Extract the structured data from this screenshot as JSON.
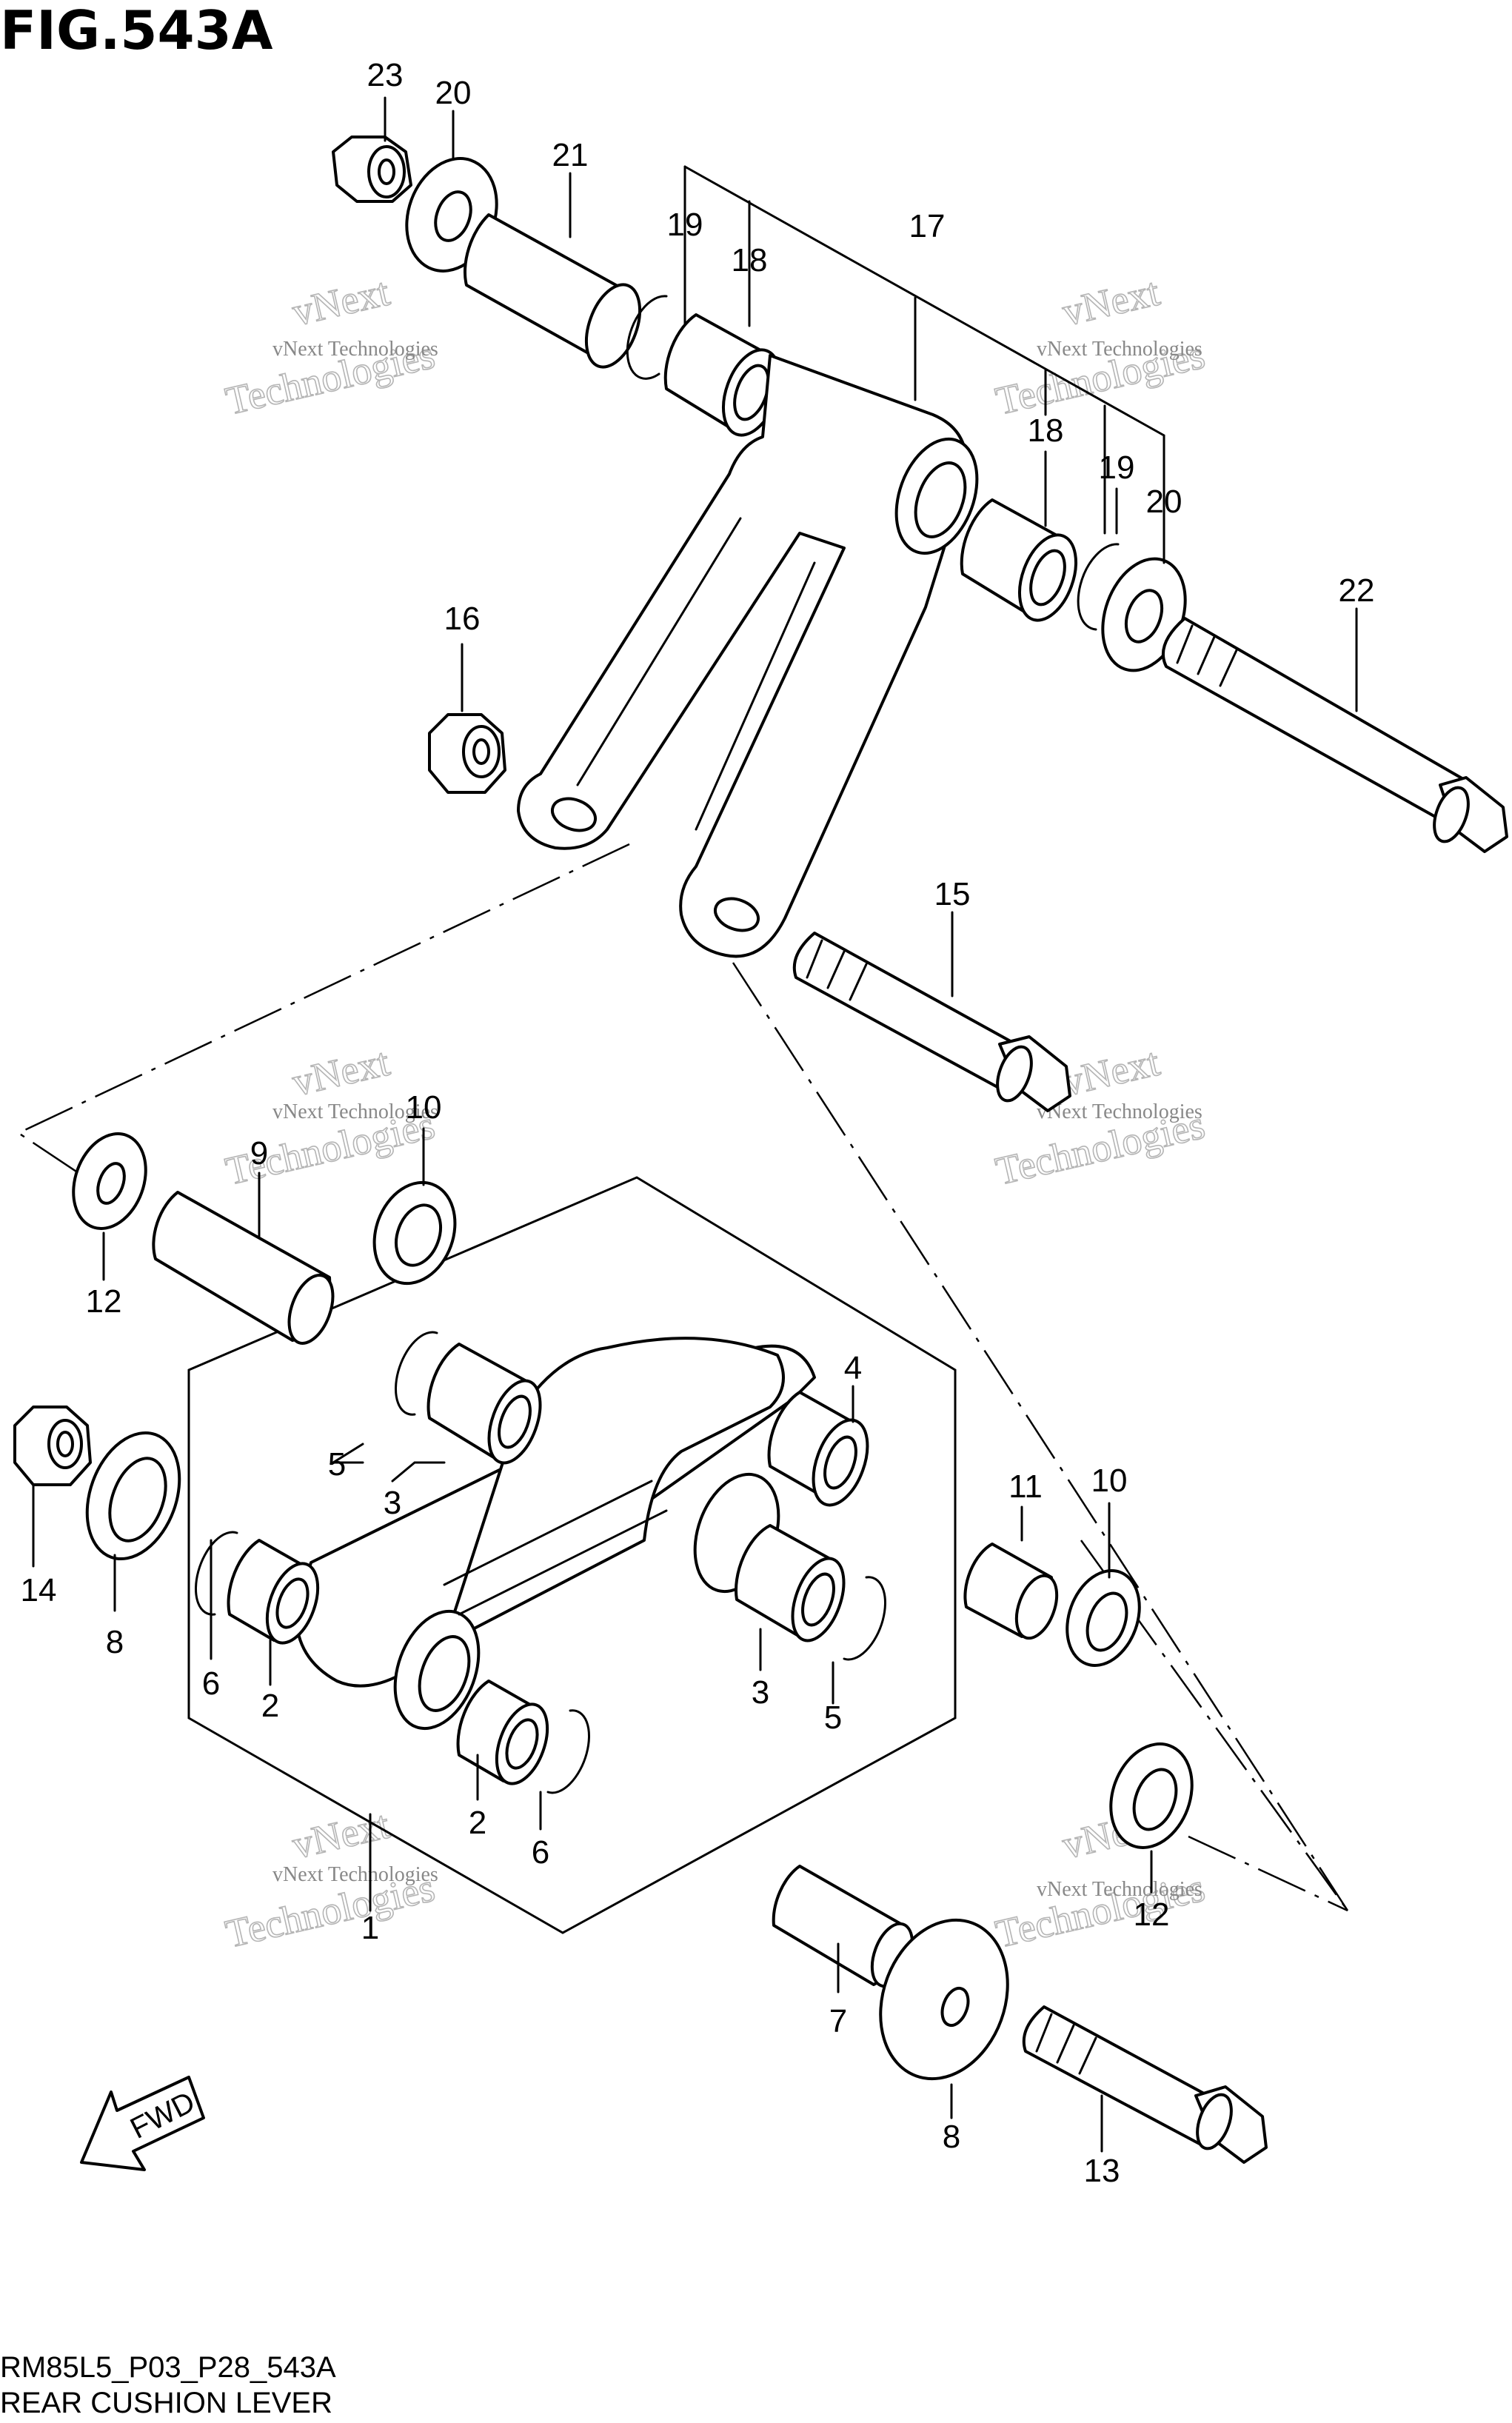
{
  "title": "FIG.543A",
  "caption": {
    "model_code": "RM85L5_P03_P28_543A",
    "name": "REAR CUSHION LEVER"
  },
  "watermark": {
    "line1": "vNext Technologies",
    "line2": "vNext",
    "line3": "Technologies"
  },
  "direction_badge": "FWD",
  "callouts": [
    "23",
    "20",
    "21",
    "19",
    "18",
    "17",
    "18",
    "19",
    "20",
    "22",
    "16",
    "15",
    "10",
    "9",
    "12",
    "4",
    "5",
    "3",
    "11",
    "10",
    "14",
    "8",
    "6",
    "2",
    "3",
    "5",
    "2",
    "6",
    "12",
    "1",
    "7",
    "8",
    "13"
  ]
}
